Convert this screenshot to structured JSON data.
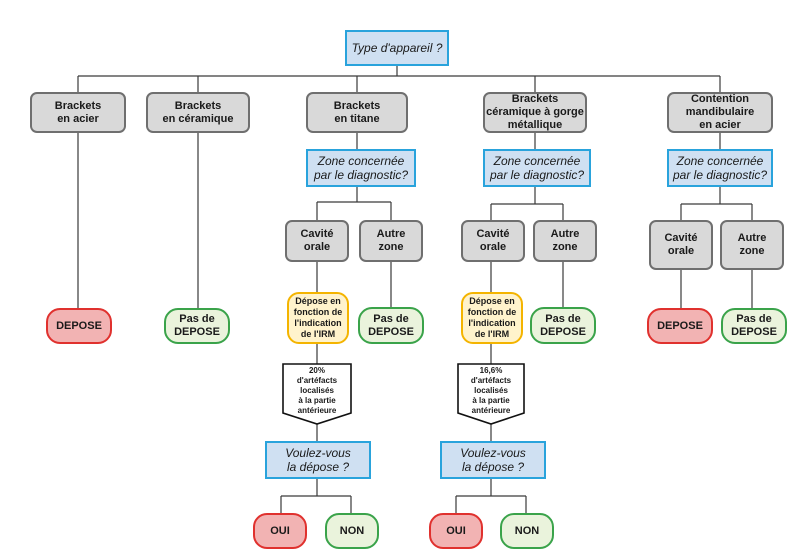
{
  "root": "Type d'appareil ?",
  "types": [
    "Brackets\nen acier",
    "Brackets\nen céramique",
    "Brackets\nen titane",
    "Brackets\ncéramique à gorge\nmétallique",
    "Contention\nmandibulaire\nen acier"
  ],
  "zone_question": "Zone concernée\npar le diagnostic?",
  "zone_options": [
    "Cavité\norale",
    "Autre\nzone"
  ],
  "depose": "DEPOSE",
  "pas_depose": "Pas de\nDEPOSE",
  "depose_fonction": "Dépose en\nfonction de\nl'indication\nde l'IRM",
  "artefacts_titane": "20%\nd'artéfacts\nlocalisés\nà la partie\nantérieure",
  "artefacts_ceramique": "16,6%\nd'artéfacts\nlocalisés\nà la partie\nantérieure",
  "depose_question": "Voulez-vous\nla dépose ?",
  "oui": "OUI",
  "non": "NON"
}
